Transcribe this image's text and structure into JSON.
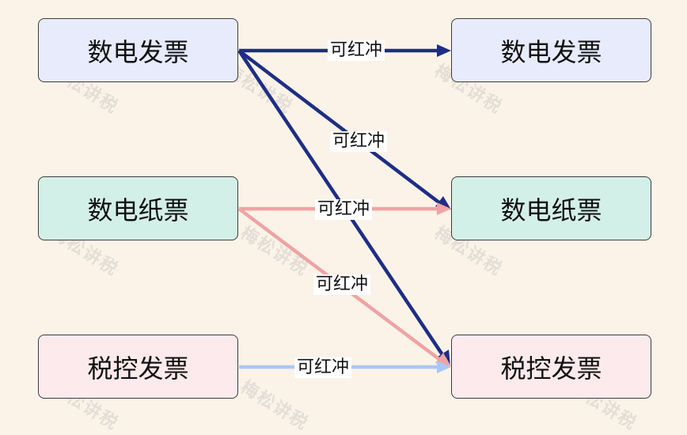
{
  "nodes": {
    "left": [
      {
        "label": "数电发票",
        "fill": "#e8ebfc"
      },
      {
        "label": "数电纸票",
        "fill": "#d3f0e8"
      },
      {
        "label": "税控发票",
        "fill": "#fceaed"
      }
    ],
    "right": [
      {
        "label": "数电发票",
        "fill": "#e8ebfc"
      },
      {
        "label": "数电纸票",
        "fill": "#d3f0e8"
      },
      {
        "label": "税控发票",
        "fill": "#fceaed"
      }
    ]
  },
  "edges": [
    {
      "from": "数电发票",
      "to": "数电发票",
      "label": "可红冲",
      "color": "#1e2e86"
    },
    {
      "from": "数电发票",
      "to": "数电纸票",
      "label": "可红冲",
      "color": "#1e2e86"
    },
    {
      "from": "数电发票",
      "to": "税控发票",
      "label": "",
      "color": "#1e2e86"
    },
    {
      "from": "数电纸票",
      "to": "数电纸票",
      "label": "可红冲",
      "color": "#f0a3a3"
    },
    {
      "from": "数电纸票",
      "to": "税控发票",
      "label": "可红冲",
      "color": "#f0a3a3"
    },
    {
      "from": "税控发票",
      "to": "税控发票",
      "label": "可红冲",
      "color": "#a9c8f5"
    }
  ],
  "watermark": "梅松讲税"
}
